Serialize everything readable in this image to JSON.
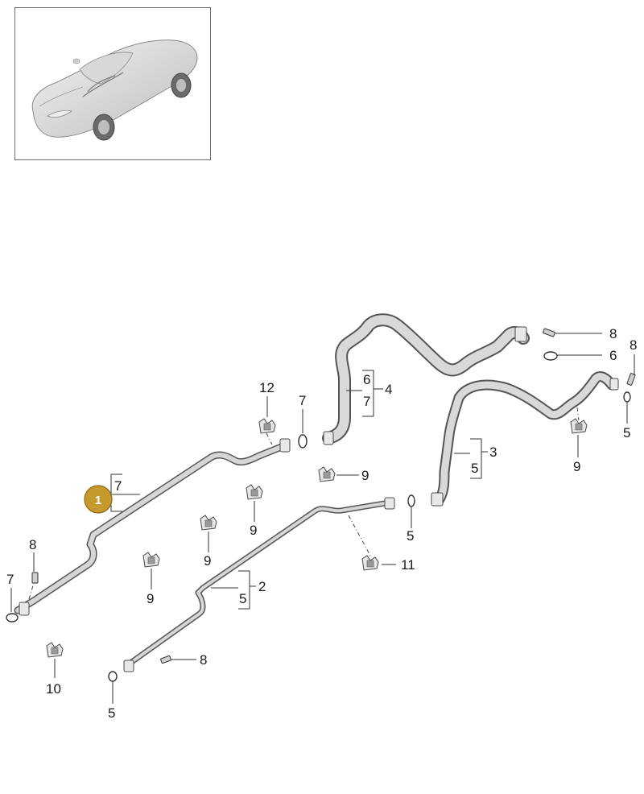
{
  "thumbnail": {
    "icon": "car-overview-icon"
  },
  "badge": {
    "number": "1",
    "color": "#c49a2c"
  },
  "callouts": {
    "c12": "12",
    "c7a": "7",
    "c6a": "6",
    "c7b": "7",
    "c4": "4",
    "c8a": "8",
    "c6b": "6",
    "c8b": "8",
    "c5a": "5",
    "c9a": "9",
    "c3": "3",
    "c5b": "5",
    "c9b": "9",
    "c7c": "7",
    "c9c": "9",
    "c9d": "9",
    "c5c": "5",
    "c8c": "8",
    "c11": "11",
    "c7d": "7",
    "c9e": "9",
    "c2": "2",
    "c5d": "5",
    "c8d": "8",
    "c10": "10",
    "c5e": "5"
  }
}
